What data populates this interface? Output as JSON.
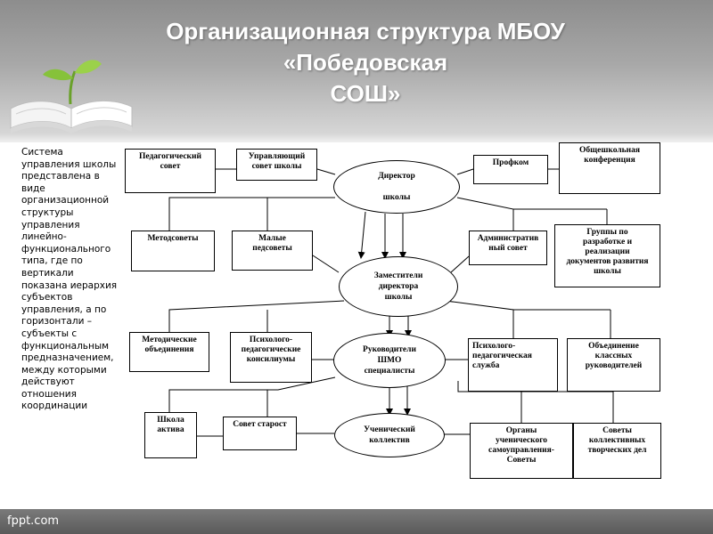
{
  "title": {
    "line1": "Организационная структура МБОУ",
    "line2": "«Победовская",
    "line3": "СОШ»"
  },
  "description": "Система управления школы представлена в виде организационной структуры управления линейно-функционального типа, где по вертикали показана иерархия субъектов управления, а по горизонтали – субъекты с функциональным предназначением, между которыми действуют отношения координации",
  "footer": "fppt.com",
  "ellipses": {
    "director": "Директор\n\nшколы",
    "deputies": "Заместители\nдиректора\nшколы",
    "shmo": "Руководители\nШМО\nспециалисты",
    "student_collective": "Ученический\nколлектив"
  },
  "boxes": {
    "ped_council": "Педагогический\nсовет",
    "governing_council": "Управляющий\nсовет школы",
    "profkom": "Профком",
    "school_conference": "Общешкольная\nконференция",
    "method_councils": "Методсоветы",
    "small_ped_councils": "Малые\nпедсоветы",
    "admin_council": "Административ\nный совет",
    "dev_groups": "Группы по\nразработке и\nреализации\nдокументов развития\nшколы",
    "method_associations": "Методические\nобъединения",
    "psych_ped_consilium": "Психолого-\nпедагогические\nконсилиумы",
    "psych_ped_service": "Психолого-\nпедагогическая\nслужба",
    "class_teachers": "Объединение\nклассных\nруководителей",
    "active_school": "Школа\nактива",
    "elders_council": "Совет старост",
    "student_self_gov": "Органы\nученического\nсамоуправления-\nСоветы",
    "collective_councils": "Советы\nколлективных\nтворческих дел"
  }
}
